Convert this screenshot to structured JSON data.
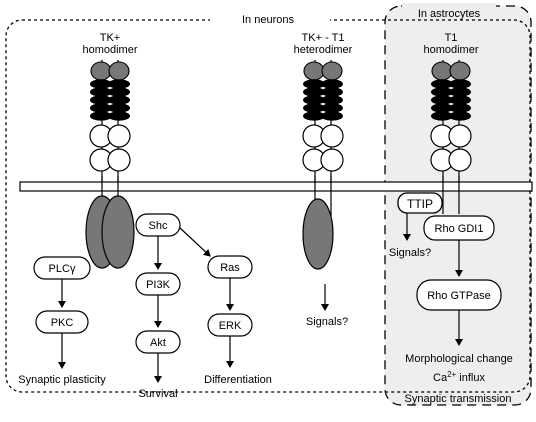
{
  "regions": {
    "neurons": "In neurons",
    "astrocytes": "In astrocytes",
    "synaptic_transmission": "Synaptic transmission"
  },
  "receptors": {
    "tk_homodimer": {
      "line1": "TK+",
      "line2": "homodimer"
    },
    "heterodimer": {
      "line1": "TK+ - T1",
      "line2": "heterodimer"
    },
    "t1_homodimer": {
      "line1": "T1",
      "line2": "homodimer"
    }
  },
  "nodes": {
    "plcg": "PLCγ",
    "pkc": "PKC",
    "shc": "Shc",
    "pi3k": "PI3K",
    "akt": "Akt",
    "ras": "Ras",
    "erk": "ERK",
    "ttip": "TTIP",
    "rho_gdi1": "Rho GDI1",
    "rho_gtpase": "Rho GTPase"
  },
  "outcomes": {
    "synaptic_plasticity": "Synaptic plasticity",
    "survival": "Survival",
    "differentiation": "Differentiation",
    "signals_hetero": "Signals?",
    "signals_ttip": "Signals?",
    "morphological_change": "Morphological change",
    "ca_prefix": "Ca",
    "ca_superscript": "2+",
    "ca_suffix": " influx"
  },
  "colors": {
    "domain_gray": "#777777",
    "domain_black": "#000000",
    "stroke": "#000000",
    "astro_fill": "#eeeeee"
  }
}
